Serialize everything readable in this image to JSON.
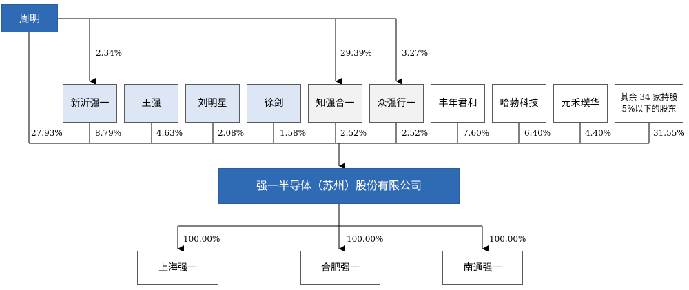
{
  "controller": {
    "name": "周明"
  },
  "direct_pct": {
    "zhouming_to_company": "27.93%"
  },
  "indirect_pct": {
    "zhouming_to_xinyi": "2.34%",
    "zhouming_to_zhiqiang": "29.39%",
    "zhouming_to_zhongqiang": "3.27%"
  },
  "shareholders": [
    {
      "name": "新沂强一",
      "pct": "8.79%"
    },
    {
      "name": "王强",
      "pct": "4.63%"
    },
    {
      "name": "刘明星",
      "pct": "2.08%"
    },
    {
      "name": "徐剑",
      "pct": "1.58%"
    },
    {
      "name": "知强合一",
      "pct": "2.52%"
    },
    {
      "name": "众强行一",
      "pct": "2.52%"
    },
    {
      "name": "丰年君和",
      "pct": "7.60%"
    },
    {
      "name": "哈勃科技",
      "pct": "6.40%"
    },
    {
      "name": "元禾璞华",
      "pct": "4.40%"
    },
    {
      "name_line1": "其余 34 家持股",
      "name_line2": "5%以下的股东",
      "pct": "31.55%"
    }
  ],
  "company": {
    "name": "强一半导体（苏州）股份有限公司"
  },
  "subsidiaries": [
    {
      "name": "上海强一",
      "pct": "100.00%"
    },
    {
      "name": "合肥强一",
      "pct": "100.00%"
    },
    {
      "name": "南通强一",
      "pct": "100.00%"
    }
  ]
}
